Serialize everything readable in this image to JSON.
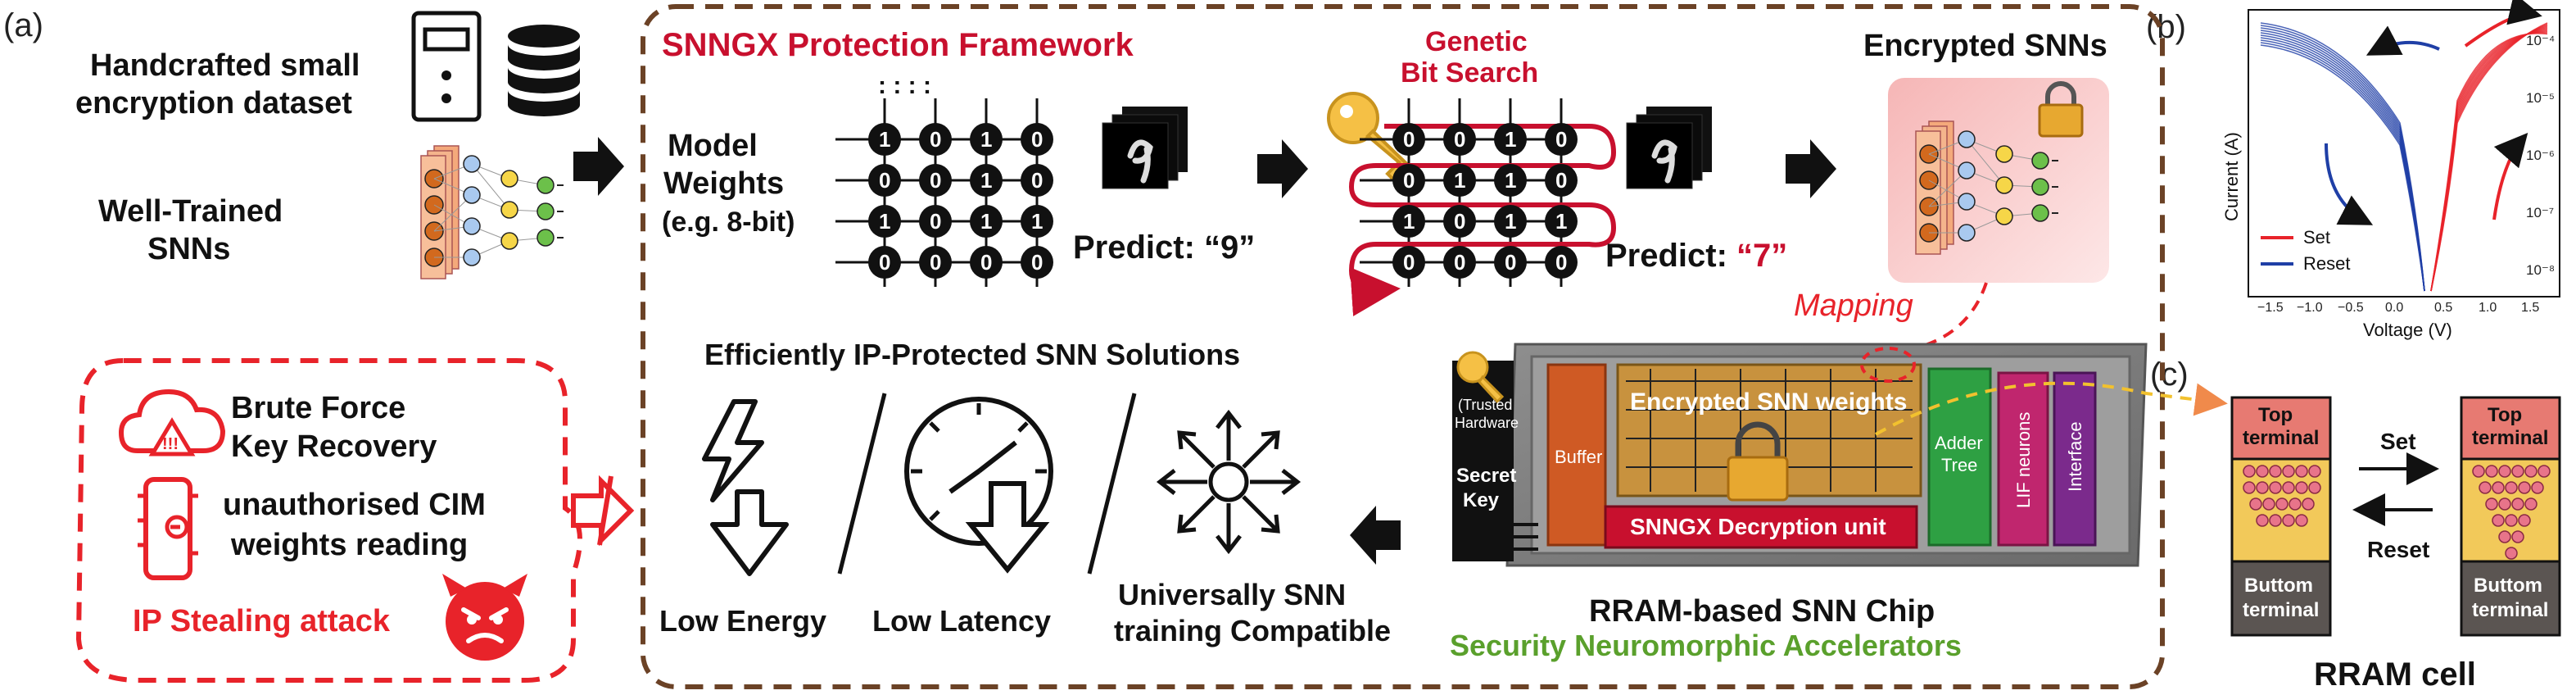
{
  "panel_labels": {
    "a": "(a)",
    "b": "(b)",
    "c": "(c)"
  },
  "left": {
    "dataset_text": [
      "Handcrafted small",
      "encryption dataset"
    ],
    "snn_text": [
      "Well-Trained",
      "SNNs"
    ],
    "attack": {
      "item1": [
        "Brute Force",
        "Key Recovery"
      ],
      "item2": [
        "unauthorised CIM",
        "weights reading"
      ],
      "title": "IP Stealing attack",
      "warning_glyph": "!!!"
    }
  },
  "framework": {
    "title": "SNNGX Protection Framework",
    "weights_label": [
      "Model",
      "Weights",
      "(e.g. 8-bit)"
    ],
    "matrix_before": [
      [
        "1",
        "0",
        "1",
        "0"
      ],
      [
        "0",
        "0",
        "1",
        "0"
      ],
      [
        "1",
        "0",
        "1",
        "1"
      ],
      [
        "0",
        "0",
        "0",
        "0"
      ]
    ],
    "matrix_after": [
      [
        "0",
        "0",
        "1",
        "0"
      ],
      [
        "0",
        "1",
        "1",
        "0"
      ],
      [
        "1",
        "0",
        "1",
        "1"
      ],
      [
        "0",
        "0",
        "0",
        "0"
      ]
    ],
    "predict1_prefix": "Predict: ",
    "predict1_value": "“9”",
    "predict2_prefix": "Predict: ",
    "predict2_value": "“7”",
    "genetic_label": [
      "Genetic",
      "Bit Search"
    ],
    "encrypted_title": "Encrypted SNNs",
    "mapping": "Mapping",
    "solutions_title": "Efficiently IP-Protected SNN Solutions",
    "solutions": [
      "Low Energy",
      "Low Latency",
      "Universally SNN",
      "training Compatible"
    ],
    "chip": {
      "trusted": [
        "(Trusted",
        "Hardware"
      ],
      "secret_key": [
        "Secret",
        "Key"
      ],
      "buffer": "Buffer",
      "weights": "Encrypted SNN weights",
      "decryption": "SNNGX Decryption unit",
      "adder": [
        "Adder",
        "Tree"
      ],
      "lif": "LIF neurons",
      "interface": "Interface",
      "caption": "RRAM-based SNN Chip",
      "subcaption": "Security Neuromorphic Accelerators"
    }
  },
  "chart_b": {
    "xlabel": "Voltage (V)",
    "ylabel": "Current (A)",
    "xticks": [
      "−1.5",
      "−1.0",
      "−0.5",
      "0.0",
      "0.5",
      "1.0",
      "1.5"
    ],
    "yticks": [
      "10⁻⁴",
      "10⁻⁵",
      "10⁻⁶",
      "10⁻⁷",
      "10⁻⁸"
    ],
    "legend": [
      {
        "label": "Set",
        "color": "#e8232a"
      },
      {
        "label": "Reset",
        "color": "#1f3fa6"
      }
    ]
  },
  "rram": {
    "top": [
      "Top",
      "terminal"
    ],
    "bottom": [
      "Buttom",
      "terminal"
    ],
    "set": "Set",
    "reset": "Reset",
    "caption": "RRAM cell"
  },
  "colors": {
    "accent_red": "#c8102e",
    "attack_red": "#e8232a",
    "frame_brown": "#6b4226",
    "green": "#5aa02c",
    "blue": "#1f3fa6"
  }
}
